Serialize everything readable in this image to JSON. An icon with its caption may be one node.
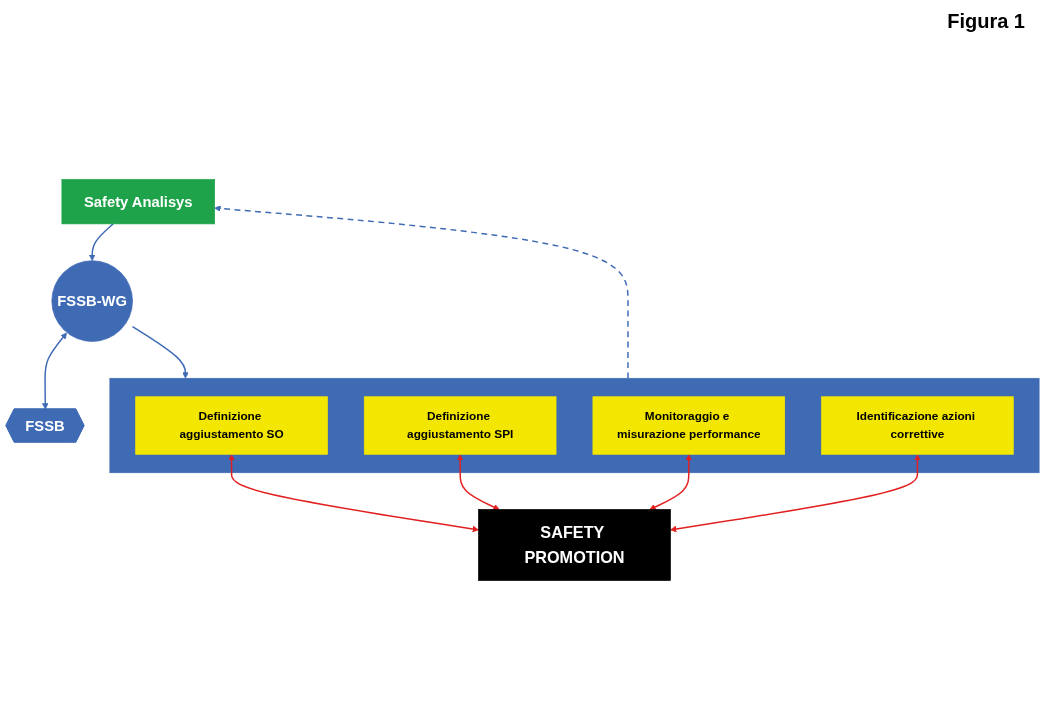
{
  "diagram": {
    "nodes": [
      {
        "text": [
          "Safety Analisys"
        ]
      },
      {
        "text": [
          "FSSB-WG"
        ]
      },
      {
        "text": [
          "FSSB"
        ]
      },
      {
        "text": [],
        "shape": "box"
      },
      {
        "text": [
          "Definizione aggiustamento SO"
        ],
        "in": 3
      },
      {
        "text": [
          "Definizione aggiustamento SPI"
        ],
        "in": 3
      },
      {
        "text": [
          "Monitoraggio e misurazione performance"
        ],
        "in": 3
      },
      {
        "text": [
          "Identificazione azioni correttive"
        ],
        "in": 3
      },
      {
        "text": [
          "SAFETY PROMOTION"
        ]
      }
    ],
    "edges": [
      {
        "from": 0,
        "to": 1,
        "arrow": "to"
      },
      {
        "from": 1,
        "to": 2,
        "arrow": "both"
      },
      {
        "from": 1,
        "to": 3,
        "arrow": "to"
      },
      {
        "from": 3,
        "to": 0,
        "arrow": "to",
        "style": "dashed"
      },
      {
        "from": 4,
        "to": 8,
        "arrow": "both",
        "color": "#e32020"
      },
      {
        "from": 5,
        "to": 8,
        "arrow": "both",
        "color": "#e32020"
      },
      {
        "from": 6,
        "to": 8,
        "arrow": "both",
        "color": "#e32020"
      },
      {
        "from": 7,
        "to": 8,
        "arrow": "both",
        "color": "#e32020"
      }
    ],
    "labels": [
      "Figura 1"
    ]
  }
}
